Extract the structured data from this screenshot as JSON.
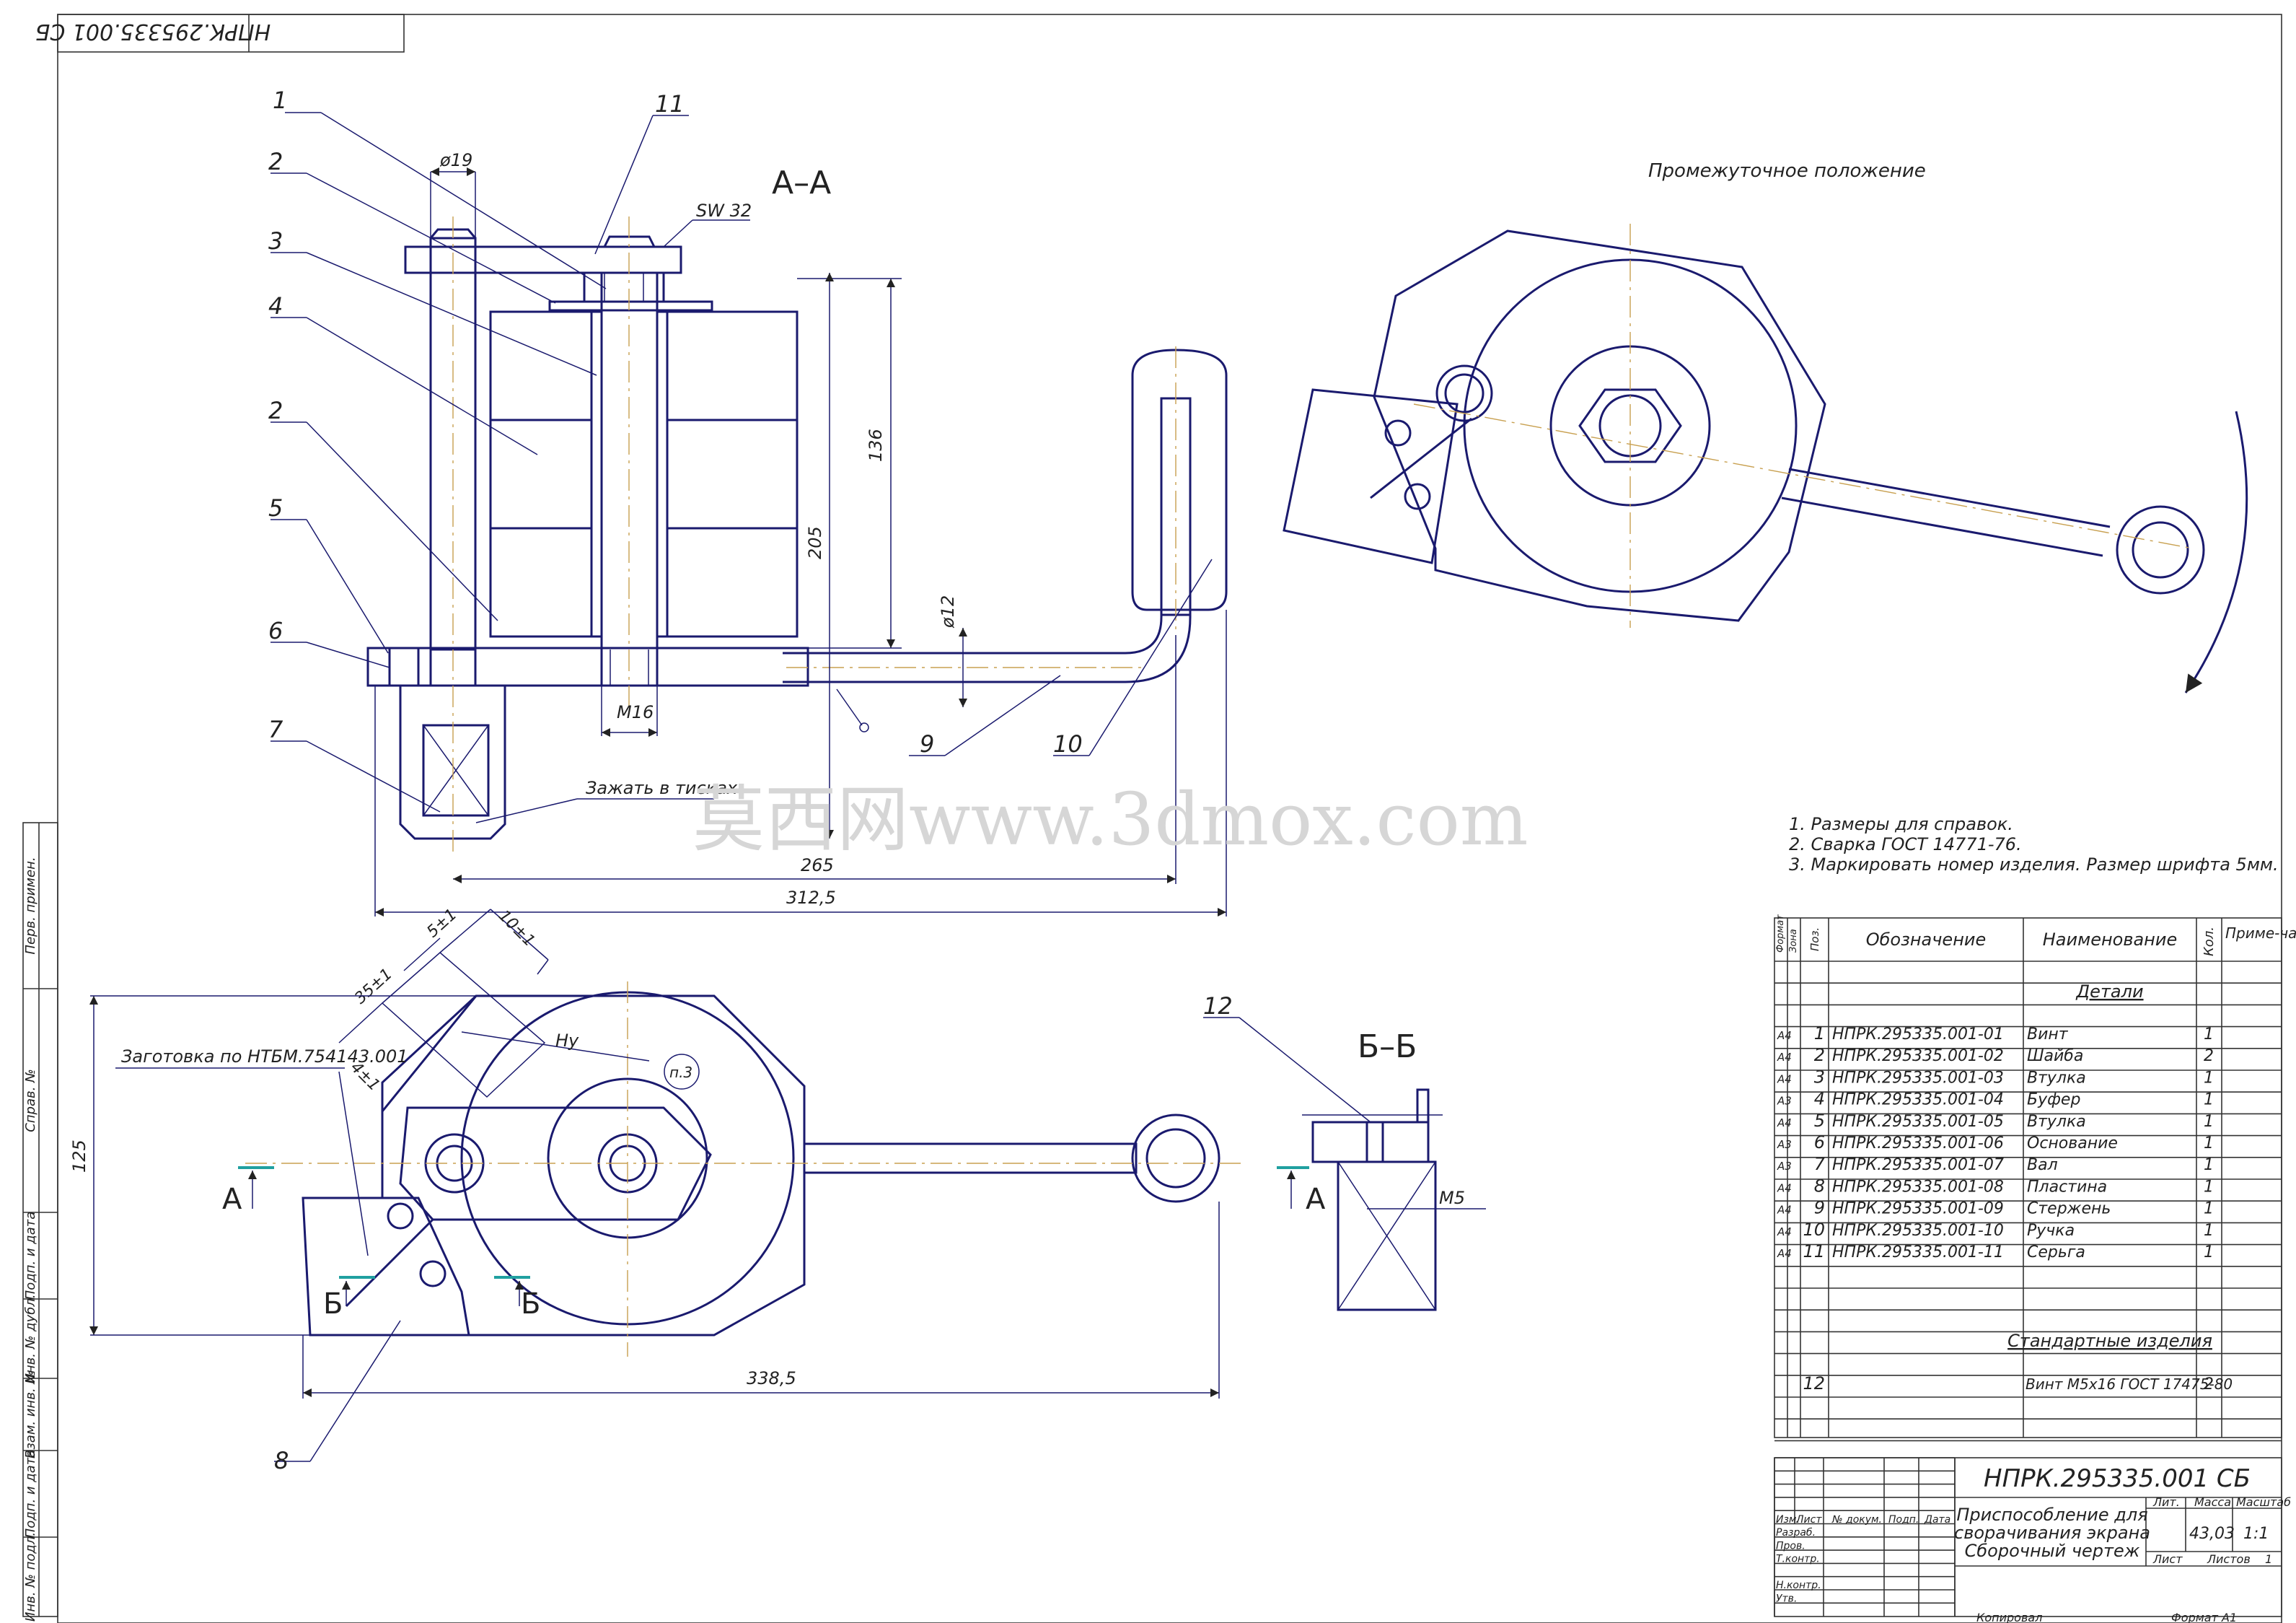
{
  "drawing_number": "НПРК.295335.001 СБ",
  "stamp_number_rotated": "НПРК.295335.001 СБ",
  "views": {
    "section_aa": "А–А",
    "section_bb": "Б–Б",
    "intermediate": "Промежуточное положение"
  },
  "section_markers": {
    "a": "А",
    "b": "Б"
  },
  "dimensions": {
    "d19": "ø19",
    "sw32": "SW 32",
    "d136": "136",
    "d205": "205",
    "d12": "ø12",
    "m16": "M16",
    "d265": "265",
    "d3125": "312,5",
    "d3385": "338,5",
    "d125": "125",
    "d35": "35±1",
    "d5": "5±1",
    "d10": "10±1",
    "d4": "4±1",
    "m5": "M5",
    "nu": "Hy",
    "p3": "п.3"
  },
  "annotations": {
    "clamp": "Зажать в тисках",
    "blank": "Заготовка по НТБМ.754143.001"
  },
  "callouts": [
    "1",
    "2",
    "3",
    "4",
    "2",
    "5",
    "6",
    "7",
    "11",
    "9",
    "10",
    "8",
    "12"
  ],
  "notes": [
    "1. Размеры для справок.",
    "2. Сварка  ГОСТ 14771-76.",
    "3. Маркировать номер изделия. Размер шрифта 5мм."
  ],
  "spec": {
    "headers": {
      "format": "Формат",
      "zone": "Зона",
      "pos": "Поз.",
      "designation": "Обозначение",
      "name": "Наименование",
      "qty": "Кол.",
      "note": "Приме-чание"
    },
    "section_parts": "Детали",
    "section_standard": "Стандартные изделия",
    "rows": [
      {
        "f": "А4",
        "p": "1",
        "d": "НПРК.295335.001-01",
        "n": "Винт",
        "q": "1"
      },
      {
        "f": "А4",
        "p": "2",
        "d": "НПРК.295335.001-02",
        "n": "Шайба",
        "q": "2"
      },
      {
        "f": "А4",
        "p": "3",
        "d": "НПРК.295335.001-03",
        "n": "Втулка",
        "q": "1"
      },
      {
        "f": "А3",
        "p": "4",
        "d": "НПРК.295335.001-04",
        "n": "Буфер",
        "q": "1"
      },
      {
        "f": "А4",
        "p": "5",
        "d": "НПРК.295335.001-05",
        "n": "Втулка",
        "q": "1"
      },
      {
        "f": "А3",
        "p": "6",
        "d": "НПРК.295335.001-06",
        "n": "Основание",
        "q": "1"
      },
      {
        "f": "А3",
        "p": "7",
        "d": "НПРК.295335.001-07",
        "n": "Вал",
        "q": "1"
      },
      {
        "f": "А4",
        "p": "8",
        "d": "НПРК.295335.001-08",
        "n": "Пластина",
        "q": "1"
      },
      {
        "f": "А4",
        "p": "9",
        "d": "НПРК.295335.001-09",
        "n": "Стержень",
        "q": "1"
      },
      {
        "f": "А4",
        "p": "10",
        "d": "НПРК.295335.001-10",
        "n": "Ручка",
        "q": "1"
      },
      {
        "f": "А4",
        "p": "11",
        "d": "НПРК.295335.001-11",
        "n": "Серьга",
        "q": "1"
      }
    ],
    "standard_rows": [
      {
        "p": "12",
        "n": "Винт M5x16 ГОСТ 17475-80",
        "q": "2"
      }
    ]
  },
  "title_block": {
    "number": "НПРК.295335.001 СБ",
    "name_line1": "Приспособление для",
    "name_line2": "сворачивания экрана",
    "name_line3": "Сборочный чертеж",
    "lit": "Лит.",
    "mass": "Масса",
    "scale": "Масштаб",
    "mass_value": "43,03",
    "scale_value": "1:1",
    "sheet": "Лист",
    "sheets": "Листов",
    "sheets_value": "1",
    "roles": [
      "Разраб.",
      "Пров.",
      "Т.контр.",
      "",
      "Н.контр.",
      "Утв."
    ],
    "cols": [
      "Изм.",
      "Лист",
      "№ докум.",
      "Подп.",
      "Дата"
    ],
    "copied": "Копировал",
    "format": "Формат",
    "format_value": "А1"
  },
  "side_stamp": [
    "Перв. примен.",
    "Справ. №",
    "Подп. и дата",
    "Инв. № дубл.",
    "Взам. инв. №",
    "Подп. и дата",
    "Инв. № подл."
  ],
  "watermark": "莫西网www.3dmox.com"
}
